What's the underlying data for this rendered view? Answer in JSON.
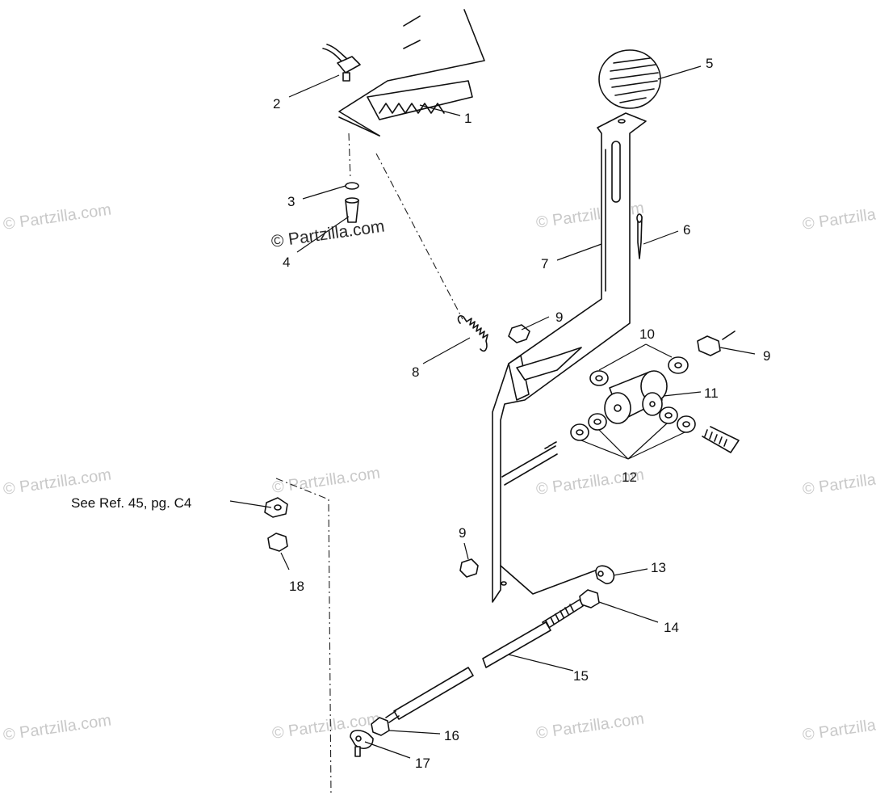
{
  "watermark": {
    "text": "© Partzilla.com"
  },
  "callouts": [
    {
      "id": "c1",
      "text": "1"
    },
    {
      "id": "c2",
      "text": "2"
    },
    {
      "id": "c3",
      "text": "3"
    },
    {
      "id": "c4",
      "text": "4"
    },
    {
      "id": "c5",
      "text": "5"
    },
    {
      "id": "c6",
      "text": "6"
    },
    {
      "id": "c7",
      "text": "7"
    },
    {
      "id": "c8",
      "text": "8"
    },
    {
      "id": "c9a",
      "text": "9"
    },
    {
      "id": "c9b",
      "text": "9"
    },
    {
      "id": "c9c",
      "text": "9"
    },
    {
      "id": "c10",
      "text": "10"
    },
    {
      "id": "c11",
      "text": "11"
    },
    {
      "id": "c12",
      "text": "12"
    },
    {
      "id": "c13",
      "text": "13"
    },
    {
      "id": "c14",
      "text": "14"
    },
    {
      "id": "c15",
      "text": "15"
    },
    {
      "id": "c16",
      "text": "16"
    },
    {
      "id": "c17",
      "text": "17"
    },
    {
      "id": "c18",
      "text": "18"
    }
  ],
  "reference_note": "See Ref. 45, pg. C4"
}
